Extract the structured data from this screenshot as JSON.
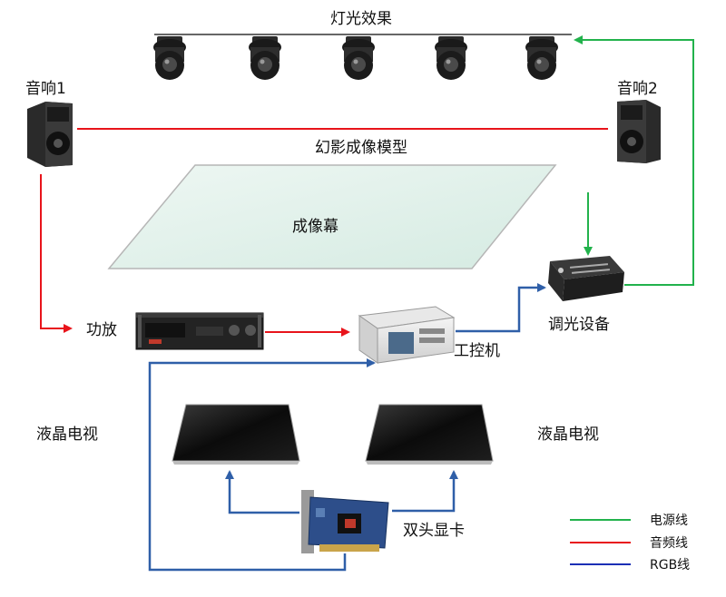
{
  "title": "灯光效果",
  "labels": {
    "speaker1": "音响1",
    "speaker2": "音响2",
    "model": "幻影成像模型",
    "screen": "成像幕",
    "amplifier": "功放",
    "dimmer": "调光设备",
    "ipc": "工控机",
    "tv_left": "液晶电视",
    "tv_right": "液晶电视",
    "graphics_card": "双头显卡"
  },
  "legend": [
    {
      "label": "电源线",
      "color": "#22b24c"
    },
    {
      "label": "音频线",
      "color": "#e8141b"
    },
    {
      "label": "RGB线",
      "color": "#1b2fb5"
    }
  ],
  "colors": {
    "power": "#22b24c",
    "audio": "#e8141b",
    "rgb": "#2f5fa8"
  }
}
